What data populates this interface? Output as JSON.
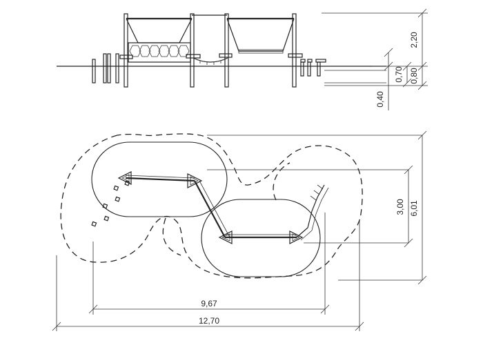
{
  "elevation_dimensions": {
    "height_total": "2,20",
    "height_platform": "0,70",
    "height_deck": "0,80",
    "depth_below": "0,40"
  },
  "plan_dimensions": {
    "zone_depth": "3,00",
    "total_depth": "6,01",
    "inner_length": "9,67",
    "total_length": "12,70"
  },
  "colors": {
    "line": "#222222",
    "background": "#ffffff"
  }
}
